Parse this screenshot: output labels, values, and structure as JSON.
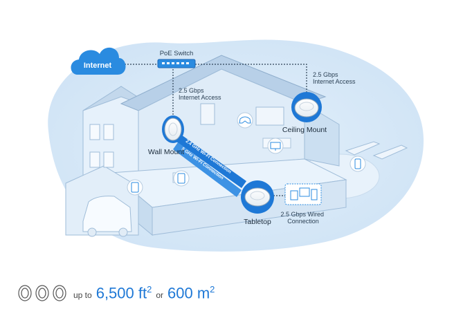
{
  "labels": {
    "internet": "Internet",
    "poe_switch": "PoE Switch",
    "wall_access": "2.5 Gbps\nInternet Access",
    "ceiling_access": "2.5 Gbps\nInternet Access",
    "wall_mount": "Wall Mount",
    "ceiling_mount": "Ceiling Mount",
    "tabletop": "Tabletop",
    "wired": "2.5 Gbps Wired\nConnection",
    "wifi_24": "2.4 GHz Wi-Fi Connection",
    "wifi_5": "5 GHz Wi-Fi Connection"
  },
  "coverage": {
    "prefix": "up to",
    "area_ft": "6,500 ft",
    "sup_ft": "2",
    "joiner": "or",
    "area_m": "600 m",
    "sup_m": "2"
  },
  "colors": {
    "accent": "#1e78d6",
    "cloud": "#2a8be0",
    "bg_blob": "#d6e9f8",
    "house": "#e6f1fb",
    "house_side": "#c7dcef",
    "roof": "#b3cde6",
    "dark_line": "#2c4155"
  },
  "icons": [
    "cloud-icon",
    "switch-icon",
    "access-point-icon",
    "gamepad-icon",
    "monitor-icon",
    "phone-icon",
    "tablet-icon",
    "devices-icon",
    "car-icon",
    "lounger-icon",
    "coverage-rings-icon"
  ]
}
